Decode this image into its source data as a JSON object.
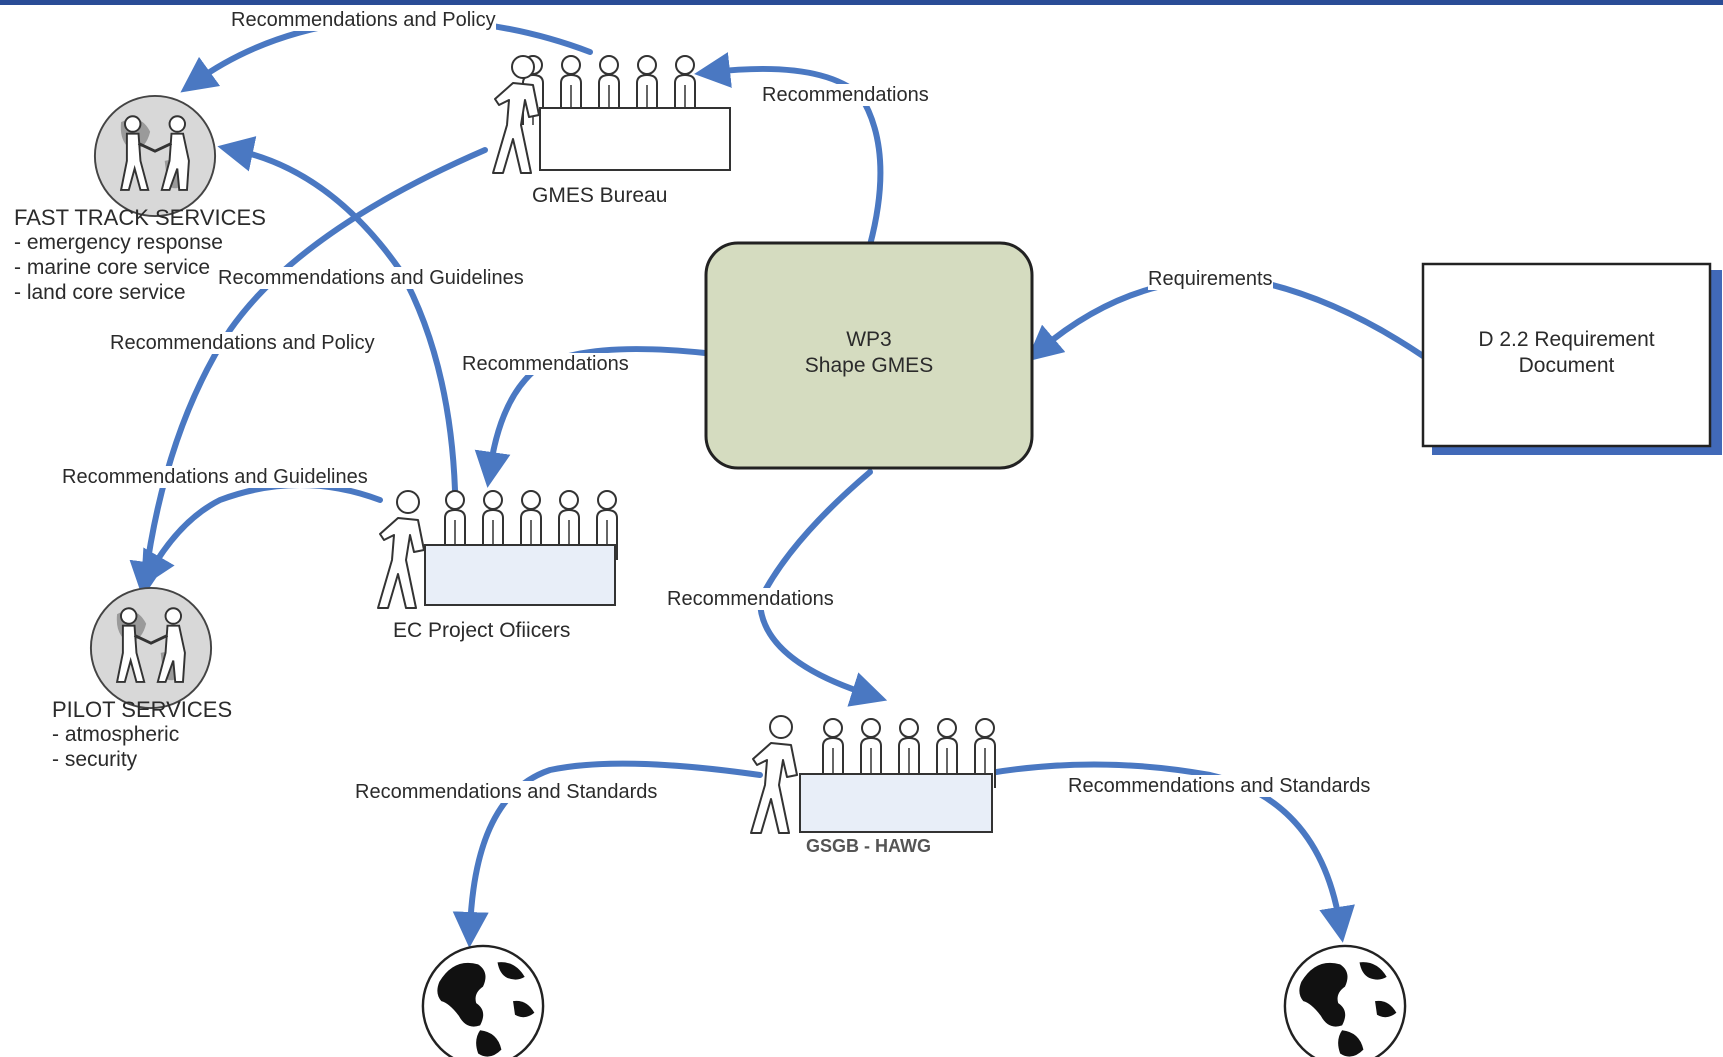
{
  "groups": {
    "gmes_bureau": "GMES Bureau",
    "ec_project_officers": "EC Project Ofiicers",
    "gsgb_hawg": "GSGB - HAWG"
  },
  "central": {
    "line1": "WP3",
    "line2": "Shape GMES"
  },
  "requirement_doc": {
    "line1": "D 2.2 Requirement",
    "line2": "Document"
  },
  "fast_track": {
    "title": "FAST TRACK SERVICES",
    "items": [
      "- emergency response",
      "- marine core service",
      "- land core service"
    ]
  },
  "pilot": {
    "title": "PILOT SERVICES",
    "items": [
      "- atmospheric",
      "- security"
    ]
  },
  "edges": {
    "rec_policy_top": "Recommendations and Policy",
    "rec_to_bureau": "Recommendations",
    "rec_guidelines_mid": "Recommendations and Guidelines",
    "rec_policy_mid": "Recommendations and Policy",
    "rec_to_ec": "Recommendations",
    "requirements": "Requirements",
    "rec_guidelines_low": "Recommendations and Guidelines",
    "rec_to_gsgb": "Recommendations",
    "rec_standards_left": "Recommendations and Standards",
    "rec_standards_right": "Recommendations and Standards"
  },
  "colors": {
    "arrow": "#4a78c2",
    "central_fill": "#d5dcc0",
    "doc_shadow": "#4169b8",
    "topline": "#2a4c96"
  }
}
